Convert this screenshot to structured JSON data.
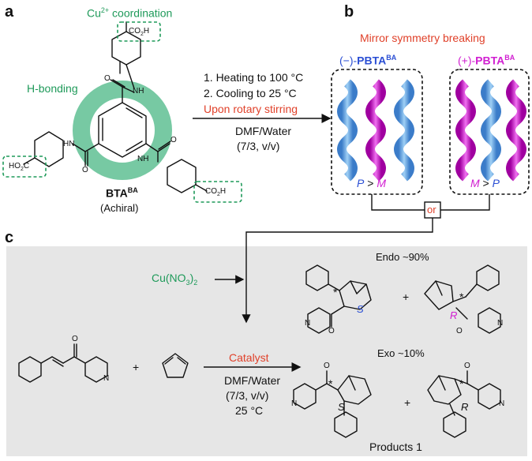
{
  "panels": {
    "a": "a",
    "b": "b",
    "c": "c"
  },
  "colors": {
    "green": "#1f9a5a",
    "red": "#e0412a",
    "blue": "#2b4fd4",
    "magenta": "#d11fd1",
    "light_blue": "#6ab0e6",
    "gray_bg": "#e6e6e6"
  },
  "panel_a": {
    "cu_coordination": "Cu",
    "cu_charge": "2+",
    "cu_suffix": " coordination",
    "h_bonding": "H-bonding",
    "co2h": "CO",
    "co2h_sub": "2",
    "co2h_h": "H",
    "ho2c": "HO",
    "ho2c_sub": "2",
    "ho2c_c": "C",
    "nh": "NH",
    "hn": "HN",
    "o": "O",
    "bta_label": "BTA",
    "bta_sup": "BA",
    "achiral": "(Achiral)"
  },
  "arrow_ab": {
    "step1": "1. Heating to 100 °C",
    "step2": "2. Cooling to 25 °C",
    "step3": "Upon rotary stirring",
    "solvent": "DMF/Water",
    "ratio": "(7/3, v/v)"
  },
  "panel_b": {
    "title": "Mirror symmetry breaking",
    "left_prefix": "(−)-",
    "left_name": "PBTA",
    "left_sup": "BA",
    "right_prefix": "(+)-",
    "right_name": "PBTA",
    "right_sup": "BA",
    "left_P": "P",
    "left_gt": " > ",
    "left_M": "M",
    "right_M": "M",
    "right_gt": " > ",
    "right_P": "P",
    "or": "or"
  },
  "panel_c": {
    "cu_no3": "Cu(NO",
    "cu_no3_sub": "3",
    "cu_no3_end": ")",
    "cu_no3_sub2": "2",
    "plus1": "+",
    "catalyst": "Catalyst",
    "solvent": "DMF/Water",
    "ratio": "(7/3, v/v)",
    "temp": "25 °C",
    "endo": "Endo ~90%",
    "exo": "Exo ~10%",
    "plus_endo": "+",
    "plus_exo": "+",
    "S": "S",
    "R": "R",
    "star": "*",
    "o": "O",
    "n": "N",
    "products": "Products 1"
  }
}
